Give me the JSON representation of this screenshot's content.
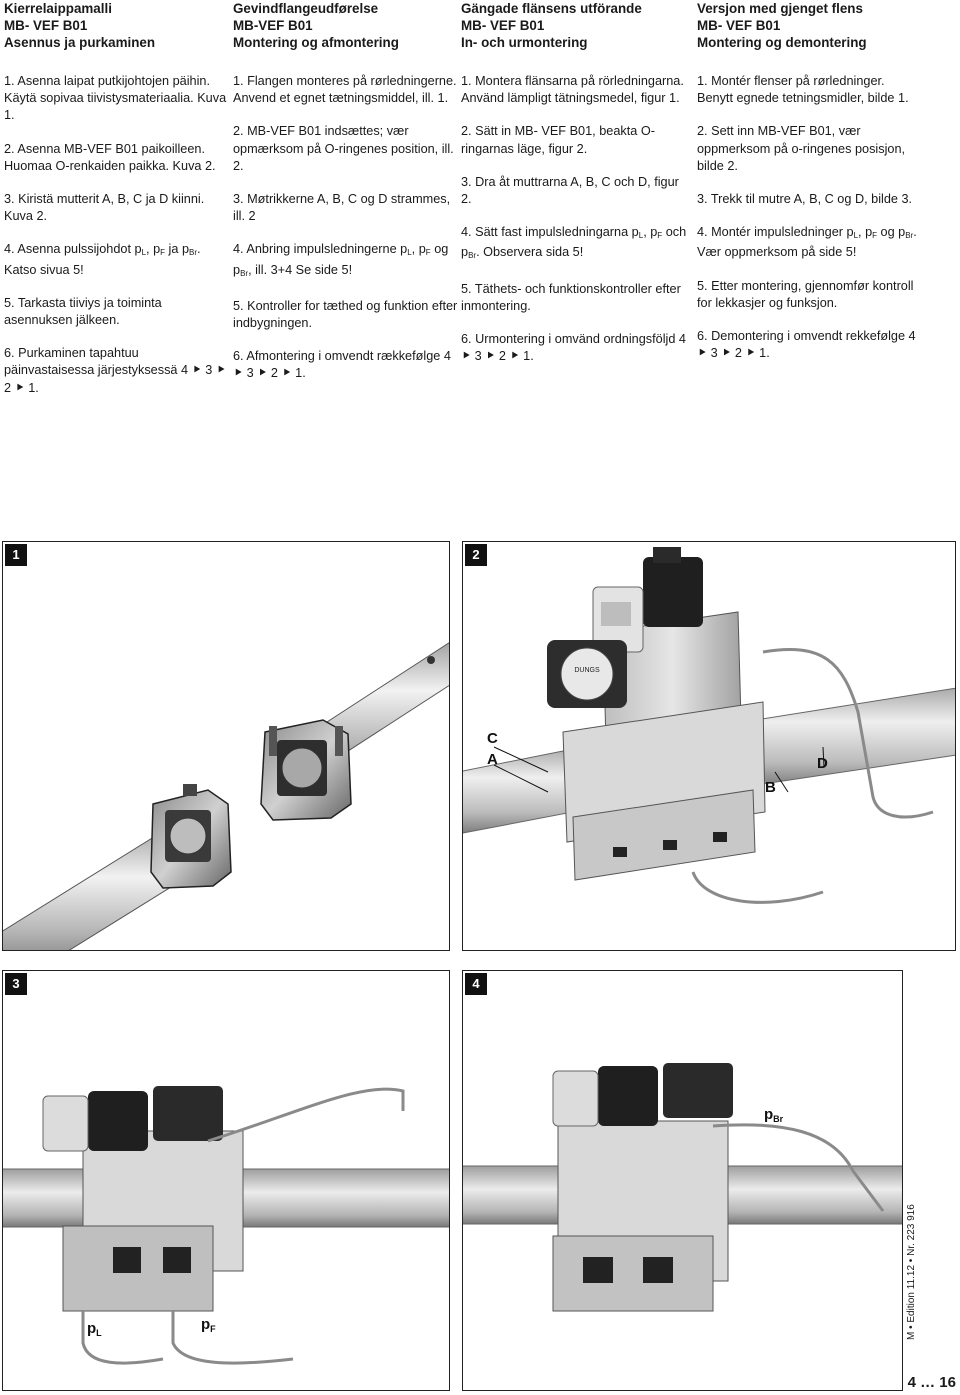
{
  "columns": [
    {
      "title_line1": "Kierrelaippamalli",
      "title_line2": "MB- VEF B01",
      "title_line3": "Asennus ja purkaminen",
      "steps": [
        {
          "text": "1. Asenna laipat putkijohtojen päihin. Käytä sopivaa tiivistysmateriaalia. Kuva 1."
        },
        {
          "text": "2. Asenna MB-VEF B01 paikoilleen. Huomaa O-renkaiden paikka. Kuva 2."
        },
        {
          "text": "3. Kiristä mutterit A, B, C ja D kiinni. Kuva 2."
        },
        {
          "pre": "4. Asenna pulssijohdot p",
          "s1": "L",
          "m1": ", p",
          "s2": "F",
          "m2": " ja p",
          "s3": "Br",
          "post": ". Katso sivua 5!"
        },
        {
          "text": "5. Tarkasta tiiviys ja toiminta asennuksen jälkeen."
        },
        {
          "text": "6. Purkaminen tapahtuu päinvastaisessa järjestyksessä 4 ⯈ 3 ⯈ 2 ⯈ 1."
        }
      ]
    },
    {
      "title_line1": "Gevindflangeudførelse",
      "title_line2": "MB-VEF B01",
      "title_line3": "Montering og afmontering",
      "steps": [
        {
          "text": "1. Flangen monteres på rørledningerne. Anvend et egnet tætningsmiddel, ill. 1."
        },
        {
          "text": "2. MB-VEF B01 indsættes; vær opmærksom på O-ringenes position, ill. 2."
        },
        {
          "text": "3. Møtrikkerne A, B, C og D strammes, ill. 2"
        },
        {
          "pre": "4. Anbring impulsledningerne p",
          "s1": "L",
          "m1": ", p",
          "s2": "F",
          "m2": " og p",
          "s3": "Br",
          "post": ", ill. 3+4 Se side 5!"
        },
        {
          "text": "5. Kontroller for tæthed og funktion efter indbygningen."
        },
        {
          "text": "6. Afmontering i omvendt rækkefølge 4 ⯈ 3 ⯈ 2 ⯈ 1."
        }
      ]
    },
    {
      "title_line1": "Gängade flänsens utförande",
      "title_line2": "MB- VEF B01",
      "title_line3": "In- och urmontering",
      "steps": [
        {
          "text": "1. Montera flänsarna på rörledningarna. Använd lämpligt tätningsmedel, figur 1."
        },
        {
          "text": "2. Sätt in MB- VEF B01, beakta O-ringarnas läge, figur 2."
        },
        {
          "text": "3. Dra åt muttrarna A, B, C och D, figur 2."
        },
        {
          "pre": "4. Sätt fast impulsledningarna p",
          "s1": "L",
          "m1": ", p",
          "s2": "F",
          "m2": " och p",
          "s3": "Br",
          "post": ". Observera sida 5!"
        },
        {
          "text": "5. Täthets- och funktionskontroller efter inmontering."
        },
        {
          "text": "6. Urmontering i omvänd ordningsföljd 4 ⯈ 3 ⯈ 2 ⯈ 1."
        }
      ]
    },
    {
      "title_line1": "Versjon med gjenget flens",
      "title_line2": "MB- VEF B01",
      "title_line3": "Montering og demontering",
      "steps": [
        {
          "text": "1. Montér flenser på rørledninger. Benytt egnede tetningsmidler, bilde 1."
        },
        {
          "text": "2. Sett inn MB-VEF B01, vær oppmerksom på o-ringenes posisjon, bilde 2."
        },
        {
          "text": "3. Trekk til mutre A, B, C og D, bilde 3."
        },
        {
          "pre": "4. Montér impulsledninger p",
          "s1": "L",
          "m1": ", p",
          "s2": "F",
          "m2": " og p",
          "s3": "Br",
          "post": ". Vær oppmerksom på side 5!"
        },
        {
          "text": "5. Etter montering, gjennomfør kontroll for lekkasjer og funksjon."
        },
        {
          "text": "6. Demontering i omvendt rekkefølge 4 ⯈ 3 ⯈ 2 ⯈ 1."
        }
      ]
    }
  ],
  "figures": {
    "fig1": {
      "label": "1"
    },
    "fig2": {
      "label": "2",
      "callout_c": "C",
      "callout_a": "A",
      "callout_b": "B",
      "callout_d": "D",
      "valve_brand": "DUNGS"
    },
    "fig3": {
      "label": "3",
      "pl_base": "p",
      "pl_sub": "L",
      "pf_base": "p",
      "pf_sub": "F"
    },
    "fig4": {
      "label": "4",
      "pbr_base": "p",
      "pbr_sub": "Br"
    }
  },
  "footer": {
    "edition": "M • Edition 11.12 • Nr. 223 916",
    "page_range": "4 … 16"
  }
}
